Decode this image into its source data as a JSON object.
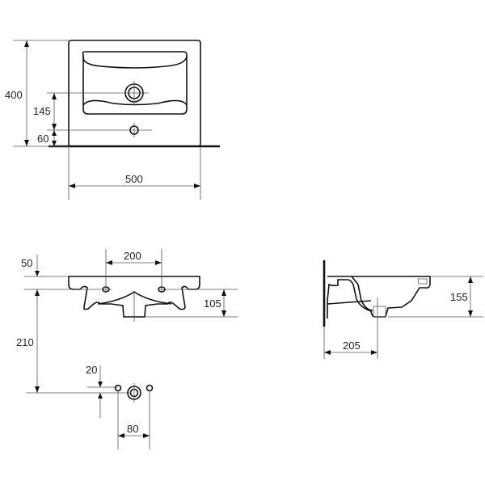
{
  "diagram": {
    "subject": "washbasin technical drawing",
    "units": "mm",
    "views": {
      "top_view": {
        "dimensions": {
          "height": "400",
          "drain_to_tap_hole": "145",
          "tap_hole_from_edge": "60",
          "width": "500"
        }
      },
      "front_view": {
        "dimensions": {
          "top_thickness": "50",
          "fixing_hole_spacing": "200",
          "depth_below_holes": "105",
          "drain_height": "210",
          "small_offset": "20",
          "waste_spacing": "80"
        }
      },
      "side_view": {
        "dimensions": {
          "bowl_depth": "155",
          "drain_from_wall": "205"
        }
      }
    },
    "colors": {
      "line": "#111111",
      "dim_line": "#555555",
      "background": "#ffffff"
    }
  }
}
